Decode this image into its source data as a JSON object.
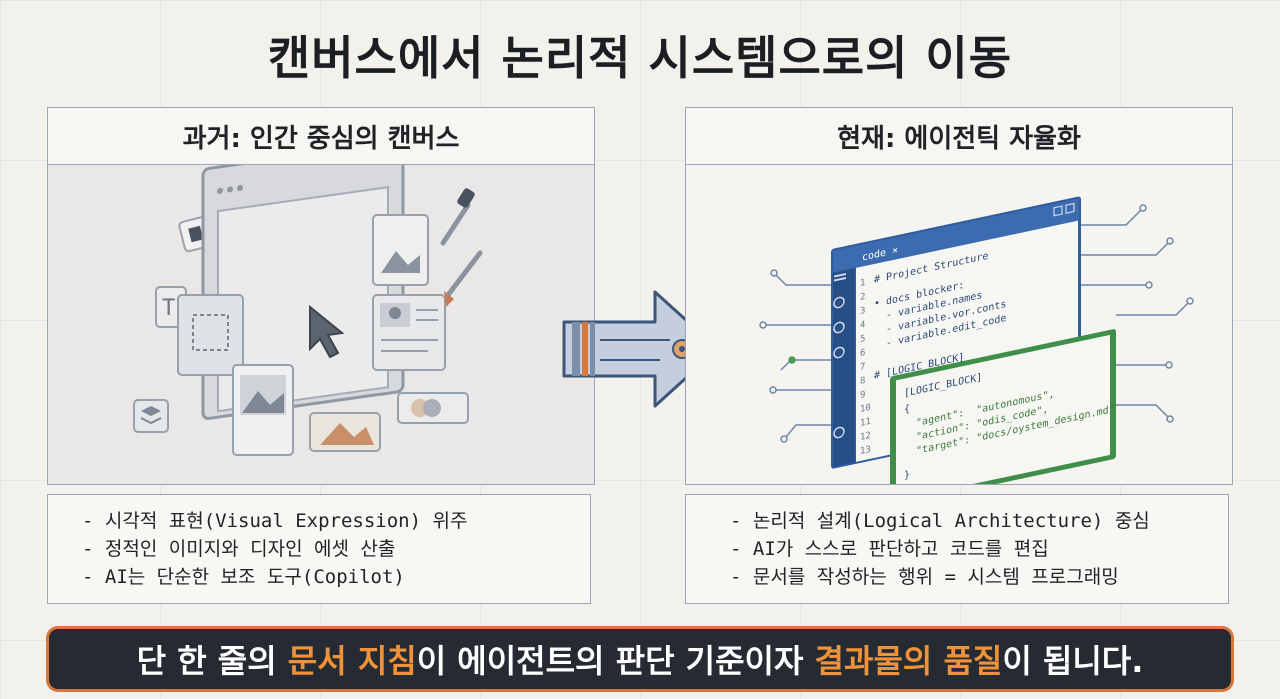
{
  "title": "캔버스에서 논리적 시스템으로의 이동",
  "left_panel": {
    "heading": "과거: 인간 중심의 캔버스",
    "bullets": [
      "- 시각적 표현(Visual Expression) 위주",
      "- 정적인 이미지와 디자인 에셋 산출",
      "- AI는 단순한 보조 도구(Copilot)"
    ]
  },
  "right_panel": {
    "heading": "현재: 에이전틱 자율화",
    "bullets": [
      "- 논리적 설계(Logical Architecture) 중심",
      "- AI가 스스로 판단하고 코드를 편집",
      "- 문서를 작성하는 행위 = 시스템 프로그래밍"
    ],
    "editor": {
      "tab_label": "code ×",
      "line_numbers": [
        "1",
        "2",
        "3",
        "4",
        "5",
        "6",
        "7",
        "8",
        "9",
        "10",
        "11",
        "12",
        "13"
      ],
      "code_lines": [
        "# Project Structure",
        "• docs blocker:",
        "  - variable.names",
        "  - variable.vor.conts",
        "  - variable.edit_code",
        "# [LOGIC_BLOCK]"
      ],
      "logic_lines": [
        "[LOGIC_BLOCK]",
        "{",
        "  \"agent\":  \"autonomous\",",
        "  \"action\": \"odis_code\",",
        "  \"target\": \"docs/oystem_design.md\"",
        "}"
      ]
    }
  },
  "banner": {
    "part1": "단 한 줄의 ",
    "highlight1": "문서 지침",
    "part2": "이 에이전트의 판단 기준이자 ",
    "highlight2": "결과물의 품질",
    "part3": "이 됩니다."
  },
  "colors": {
    "accent_orange": "#f0923a",
    "code_blue": "#2f5d9e",
    "logic_green": "#3f8f4a",
    "banner_bg": "#252a33"
  }
}
